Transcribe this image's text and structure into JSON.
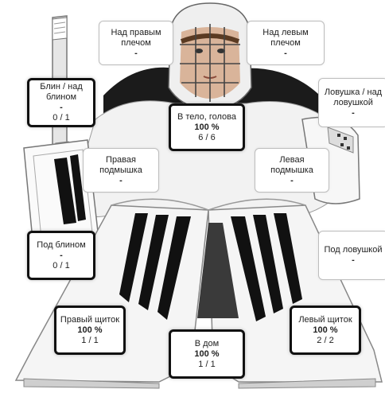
{
  "zones": {
    "above_right_shoulder": {
      "label": "Над правым плечом",
      "pct": "-",
      "count": ""
    },
    "above_left_shoulder": {
      "label": "Над левым плечом",
      "pct": "-",
      "count": ""
    },
    "blocker_high": {
      "label": "Блин / над блином",
      "pct": "-",
      "count": "0 / 1"
    },
    "glove_high": {
      "label": "Ловушка / над ловушкой",
      "pct": "-",
      "count": ""
    },
    "body_head": {
      "label": "В тело, голова",
      "pct": "100 %",
      "count": "6 / 6"
    },
    "right_armpit": {
      "label": "Правая подмышка",
      "pct": "-",
      "count": ""
    },
    "left_armpit": {
      "label": "Левая подмышка",
      "pct": "-",
      "count": ""
    },
    "under_blocker": {
      "label": "Под блином",
      "pct": "-",
      "count": "0 / 1"
    },
    "under_glove": {
      "label": "Под ловушкой",
      "pct": "-",
      "count": ""
    },
    "right_pad": {
      "label": "Правый щиток",
      "pct": "100 %",
      "count": "1 / 1"
    },
    "left_pad": {
      "label": "Левый щиток",
      "pct": "100 %",
      "count": "2 / 2"
    },
    "five_hole": {
      "label": "В дом",
      "pct": "100 %",
      "count": "1 / 1"
    }
  },
  "colors": {
    "active_border": "#111111",
    "empty_border": "#bdbdbd"
  }
}
